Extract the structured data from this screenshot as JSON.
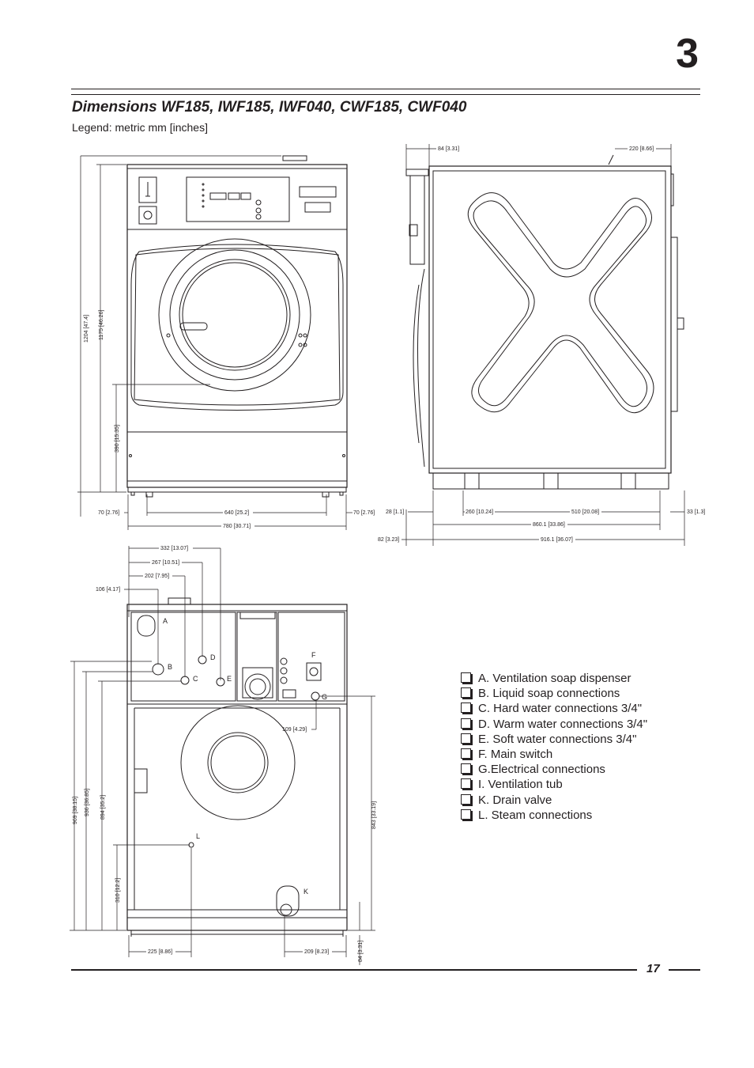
{
  "header": {
    "chapter_number": "3"
  },
  "title": "Dimensions WF185, IWF185, IWF040, CWF185, CWF040",
  "legend_note": "Legend: metric mm [inches]",
  "front_view": {
    "dims": {
      "height_total": "1204 [47.4]",
      "height_body": "1175 [46.26]",
      "door_center": "390 [15.35]",
      "foot_left": "70 [2.76]",
      "feet_span": "640 [25.2]",
      "foot_right": "70 [2.76]",
      "width": "780 [30.71]"
    }
  },
  "side_view": {
    "dims": {
      "top_left": "84 [3.31]",
      "top_right": "220 [8.66]",
      "front_overhang": "28 [1.1]",
      "foot_a": "260 [10.24]",
      "foot_b": "510 [20.08]",
      "rear_overhang": "33 [1.3]",
      "depth_body": "860.1 [33.86]",
      "front_offset": "82 [3.23]",
      "depth_total": "916.1 [36.07]"
    }
  },
  "rear_view": {
    "dims": {
      "x_e": "332 [13.07]",
      "x_d": "267 [10.51]",
      "x_c": "202 [7.95]",
      "x_b": "106 [4.17]",
      "h_969": "969 [38.15]",
      "h_936": "936 [36.85]",
      "h_894": "894 [35.2]",
      "h_310": "310 [12.2]",
      "x_g": "109 [4.29]",
      "h_843": "843 [33.19]",
      "x_l": "225 [8.86]",
      "x_k": "209 [8.23]",
      "h_84": "84 [3.31]"
    },
    "letters": {
      "a": "A",
      "b": "B",
      "c": "C",
      "d": "D",
      "e": "E",
      "f": "F",
      "g": "G",
      "k": "K",
      "l": "L"
    }
  },
  "key_items": [
    "A. Ventilation soap dispenser",
    "B. Liquid soap connections",
    "C. Hard water connections 3/4\"",
    "D. Warm water connections 3/4\"",
    "E. Soft water connections 3/4\"",
    "F. Main switch",
    "G.Electrical connections",
    "I.  Ventilation tub",
    "K. Drain valve",
    "L. Steam connections"
  ],
  "icons": {
    "checkbox": "checkbox-icon"
  },
  "footer": {
    "page_number": "17"
  }
}
